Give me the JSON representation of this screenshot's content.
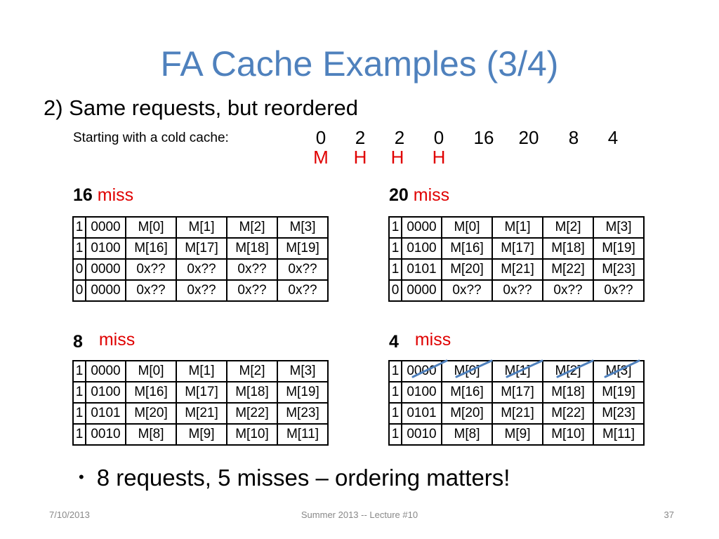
{
  "title": "FA Cache Examples (3/4)",
  "subtitle": "2) Same requests, but reordered",
  "intro": "Starting with a cold cache:",
  "requests": [
    "0",
    "2",
    "2",
    "0",
    "16",
    "20",
    "8",
    "4"
  ],
  "results": [
    "M",
    "H",
    "H",
    "H"
  ],
  "tables": [
    {
      "num": "16",
      "result": "miss",
      "rows": [
        [
          "1",
          "0000",
          "M[0]",
          "M[1]",
          "M[2]",
          "M[3]"
        ],
        [
          "1",
          "0100",
          "M[16]",
          "M[17]",
          "M[18]",
          "M[19]"
        ],
        [
          "0",
          "0000",
          "0x??",
          "0x??",
          "0x??",
          "0x??"
        ],
        [
          "0",
          "0000",
          "0x??",
          "0x??",
          "0x??",
          "0x??"
        ]
      ]
    },
    {
      "num": "20",
      "result": "miss",
      "rows": [
        [
          "1",
          "0000",
          "M[0]",
          "M[1]",
          "M[2]",
          "M[3]"
        ],
        [
          "1",
          "0100",
          "M[16]",
          "M[17]",
          "M[18]",
          "M[19]"
        ],
        [
          "1",
          "0101",
          "M[20]",
          "M[21]",
          "M[22]",
          "M[23]"
        ],
        [
          "0",
          "0000",
          "0x??",
          "0x??",
          "0x??",
          "0x??"
        ]
      ]
    },
    {
      "num": "8",
      "result": "miss",
      "rows": [
        [
          "1",
          "0000",
          "M[0]",
          "M[1]",
          "M[2]",
          "M[3]"
        ],
        [
          "1",
          "0100",
          "M[16]",
          "M[17]",
          "M[18]",
          "M[19]"
        ],
        [
          "1",
          "0101",
          "M[20]",
          "M[21]",
          "M[22]",
          "M[23]"
        ],
        [
          "1",
          "0010",
          "M[8]",
          "M[9]",
          "M[10]",
          "M[11]"
        ]
      ]
    },
    {
      "num": "4",
      "result": "miss",
      "rows": [
        [
          "1",
          "0000",
          "M[0]",
          "M[1]",
          "M[2]",
          "M[3]"
        ],
        [
          "1",
          "0100",
          "M[16]",
          "M[17]",
          "M[18]",
          "M[19]"
        ],
        [
          "1",
          "0101",
          "M[20]",
          "M[21]",
          "M[22]",
          "M[23]"
        ],
        [
          "1",
          "0010",
          "M[8]",
          "M[9]",
          "M[10]",
          "M[11]"
        ]
      ]
    }
  ],
  "bullet": "8 requests, 5 misses – ordering matters!",
  "footer": {
    "date": "7/10/2013",
    "center": "Summer 2013 -- Lecture #10",
    "page": "37"
  },
  "colors": {
    "title": "#4f81bd",
    "miss": "#e00000",
    "strike": "#4f81bd"
  }
}
